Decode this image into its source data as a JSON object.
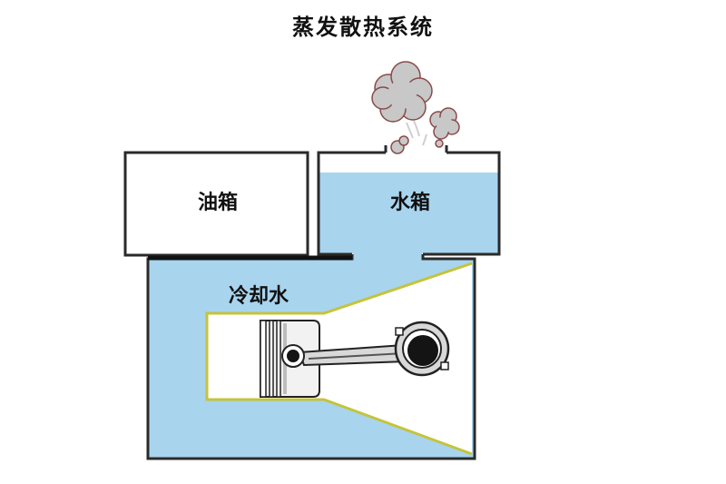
{
  "title": "蒸发散热系统",
  "labels": {
    "oil_tank": "油箱",
    "water_tank": "水箱",
    "coolant": "冷却水"
  },
  "colors": {
    "water": "#a8d4ee",
    "outline": "#2a2a2a",
    "zoom_frame": "#c4c43a",
    "steam": "#c8c8c8",
    "steam_outline": "#8a4a4a"
  },
  "icons": {
    "steam": "steam-cloud-icon",
    "piston": "piston-connecting-rod-icon"
  }
}
